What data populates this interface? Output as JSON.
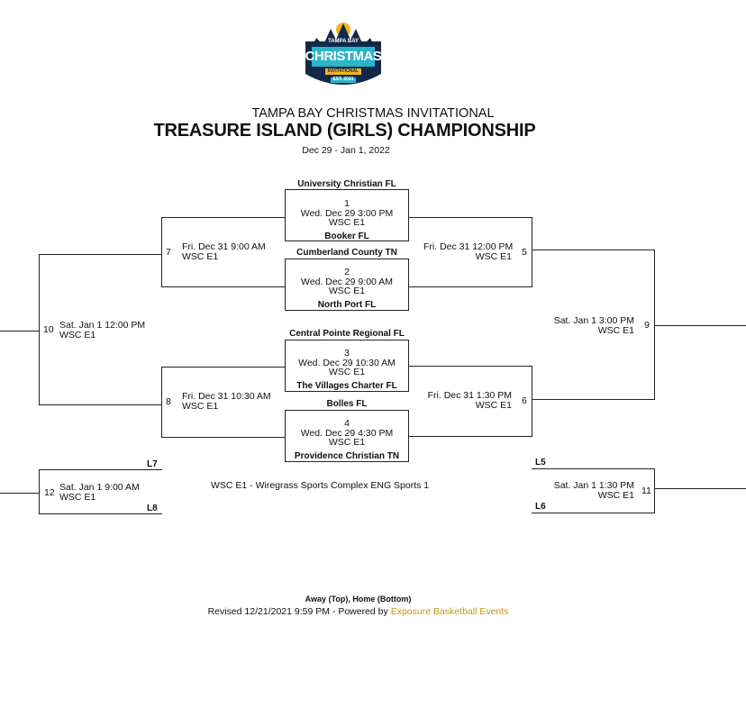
{
  "logo": {
    "top": "TAMPA BAY",
    "main": "CHRISTMAS",
    "sub": "INVITATIONAL",
    "est": "EST. 2021"
  },
  "header": {
    "event": "TAMPA BAY CHRISTMAS INVITATIONAL",
    "division": "TREASURE ISLAND (GIRLS) CHAMPIONSHIP",
    "dates": "Dec 29 - Jan 1, 2022"
  },
  "games": {
    "g1": {
      "number": "1",
      "time": "Wed. Dec 29 3:00 PM",
      "court": "WSC E1",
      "away": "University Christian FL",
      "home": "Booker FL"
    },
    "g2": {
      "number": "2",
      "time": "Wed. Dec 29 9:00 AM",
      "court": "WSC E1",
      "away": "Cumberland County TN",
      "home": "North Port FL"
    },
    "g3": {
      "number": "3",
      "time": "Wed. Dec 29 10:30 AM",
      "court": "WSC E1",
      "away": "Central Pointe Regional FL",
      "home": "The Villages Charter FL"
    },
    "g4": {
      "number": "4",
      "time": "Wed. Dec 29 4:30 PM",
      "court": "WSC E1",
      "away": "Bolles FL",
      "home": "Providence Christian TN"
    },
    "g5": {
      "number": "5",
      "time": "Fri. Dec 31 12:00 PM",
      "court": "WSC E1"
    },
    "g6": {
      "number": "6",
      "time": "Fri. Dec 31 1:30 PM",
      "court": "WSC E1"
    },
    "g7": {
      "number": "7",
      "time": "Fri. Dec 31 9:00 AM",
      "court": "WSC E1"
    },
    "g8": {
      "number": "8",
      "time": "Fri. Dec 31 10:30 AM",
      "court": "WSC E1"
    },
    "g9": {
      "number": "9",
      "time": "Sat. Jan 1 3:00 PM",
      "court": "WSC E1"
    },
    "g10": {
      "number": "10",
      "time": "Sat. Jan 1 12:00 PM",
      "court": "WSC E1"
    },
    "g11": {
      "number": "11",
      "time": "Sat. Jan 1 1:30 PM",
      "court": "WSC E1",
      "top_label": "L5",
      "bottom_label": "L6"
    },
    "g12": {
      "number": "12",
      "time": "Sat. Jan 1 9:00 AM",
      "court": "WSC E1",
      "top_label": "L7",
      "bottom_label": "L8"
    }
  },
  "legend": "WSC E1 - Wiregrass Sports Complex ENG Sports 1",
  "footer": {
    "note": "Away (Top), Home (Bottom)",
    "revised": "Revised 12/21/2021 9:59 PM - Powered by ",
    "link": "Exposure Basketball Events"
  },
  "colors": {
    "logo_navy": "#13294b",
    "logo_teal": "#2bb5c9",
    "logo_gold": "#f2b51c",
    "link": "#c8960f"
  }
}
